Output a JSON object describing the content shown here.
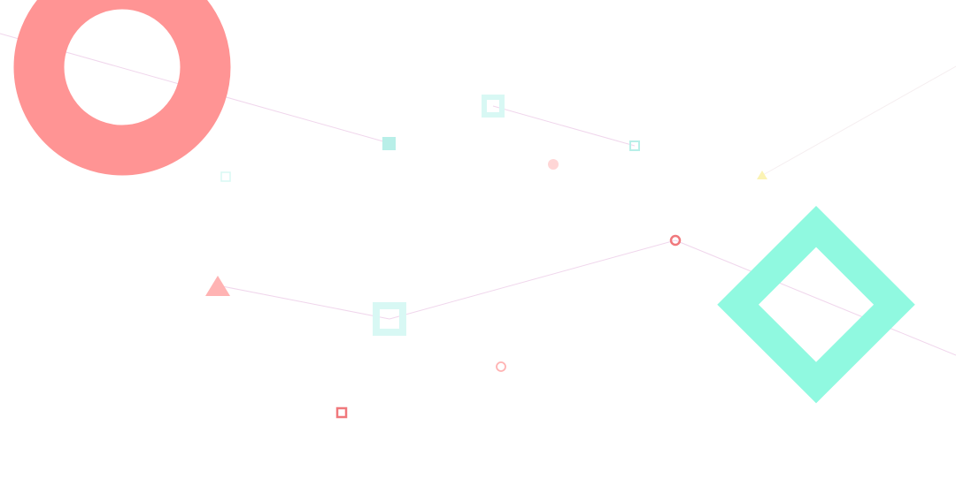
{
  "palette": {
    "background": "#ffffff",
    "coral": "#ff9494",
    "coral_light": "#ffb3b3",
    "coral_strong": "#f0787c",
    "coral_pale": "#ffd6d6",
    "mint": "#90f9e0",
    "mint_light": "#b8efe8",
    "mint_pale": "#d8f8f4",
    "yellow_pale": "#fbf3b4",
    "line": "#f0d6ec",
    "line_pale": "#f5eef0"
  },
  "decorations": {
    "large_ring_shape": "ring",
    "large_diamond_shape": "diamond-outline",
    "network_style": "thin connecting lines with small shapes"
  }
}
